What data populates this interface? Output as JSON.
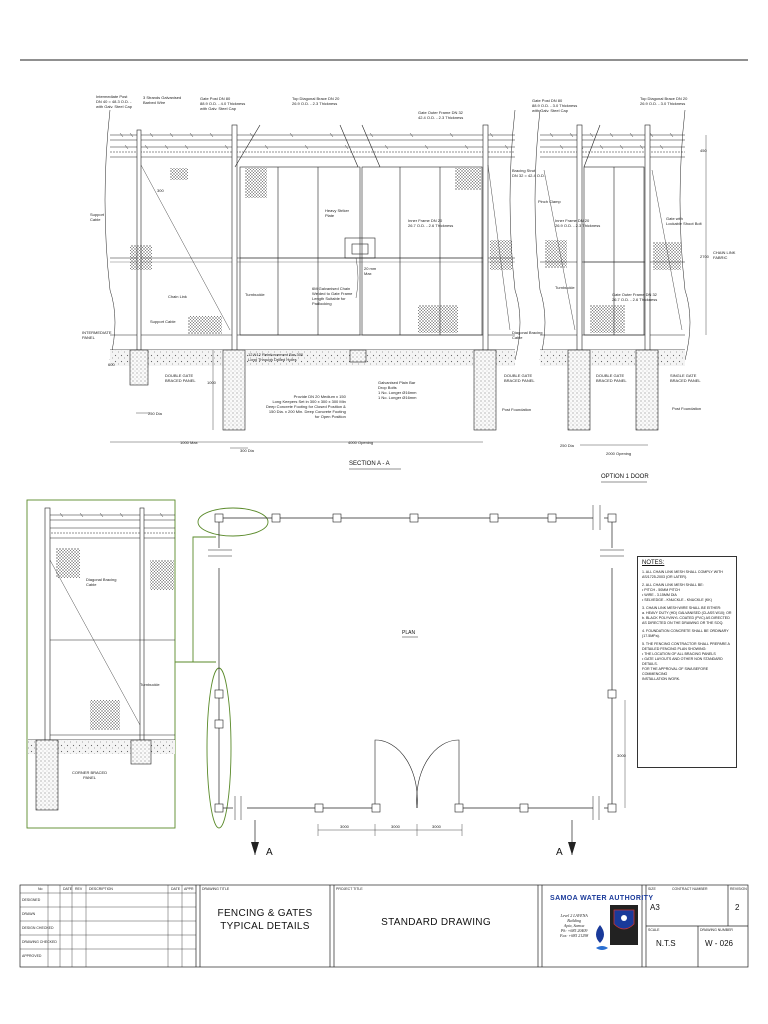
{
  "section_aa": {
    "title": "SECTION A - A",
    "labels": {
      "intermediate_post": "Intermediate Post\nDN 40 = 48.3 O.D. -\nwith Galv. Steel Cap",
      "barbed_wire": "3 Strands Galvanised\nBarbed Wire",
      "gate_post": "Gate Post DN 80\n88.9 O.D. - 4.0 Thickness\nwith Galv. Steel Cap",
      "top_diagonal": "Top Diagonal Brace DN 20\n26.9 O.D. - 2.3 Thickness",
      "gate_outer_frame": "Gate Outer Frame DN 32\n42.4 O.D. - 2.3 Thickness",
      "bracing_strut": "Bracing Strut\nDN 32 = 42.4 O.D.",
      "support_cable": "Support\nCable",
      "heavy_striker": "Heavy Striker\nPlate",
      "inner_frame": "Inner Frame DN 20\n26.7 O.D. - 2.6 Thickness",
      "chain_link": "Chain Link",
      "turnbuckle": "Turnbuckle",
      "galvanised_chain": "6M Galvanised Chain\nWelded to Gate Frame\nLength Suitable for\nPadlocking",
      "support_cable2": "Support Cable",
      "intermediate_panel": "INTERMEDIATE\nPANEL",
      "double_gate_braced": "DOUBLE GATE\nBRACED PANEL",
      "reinforcement": "12 N12 Reinforcement Bar 300\nLong Through Drilled Holes",
      "provide_dn20": "Provide DN 20 Medium x 150\nLong Keepers Set in 300 x 300 x 300 Min\nDeep Concrete Footing for Closed Position &\n150 Dia. x 200 Min. Deep Concrete Footing\nfor Open Position",
      "galv_plain_bar": "Galvanised Plain Bar\nDrop Bolts\n1 No. Longer Ø16mm\n1 No. Longer Ø16mm",
      "diagonal_bracing": "Diagonal Bracing\nCable",
      "post_foundation": "Post Foundation",
      "double_gate_braced_r": "DOUBLE GATE\nBRACED PANEL",
      "dim_20mm": "20 mm\nMax",
      "dim_300": "300",
      "dim_250dia": "250 Dia",
      "dim_300dia": "300 Dia",
      "dim_1000max": "1000 Max",
      "dim_4000": "4000 Opening",
      "dim_1000": "1000",
      "dim_600": "600"
    }
  },
  "option1": {
    "title": "OPTION 1 DOOR",
    "labels": {
      "gate_post": "Gate Post DN 80\n88.9 O.D. - 3.0 Thickness\nwith Galv. Steel Cap",
      "top_diagonal": "Top Diagonal Brace DN 20\n26.9 O.D. - 3.0 Thickness",
      "pinch_clamp": "Pinch Clamp",
      "inner_frame": "Inner Frame DN 20\n26.9 O.D. - 2.3 Thickness",
      "gate_lockable": "Gate with\nLockable Shoot Bolt",
      "chain_link_fabric": "CHAIN LINK\nFABRIC",
      "turnbuckle": "Turnbuckle",
      "gate_outer_frame": "Gate Outer Frame DN 32\n26.7 O.D. - 2.6 Thickness",
      "double_gate": "DOUBLE GATE\nBRACED PANEL",
      "single_gate": "SINGLE GATE\nBRACED PANEL",
      "post_foundation": "Post Foundation",
      "dim_250dia": "250 Dia",
      "dim_2000": "2000 Opening",
      "dim_2700": "2700",
      "dim_450": "450"
    }
  },
  "corner": {
    "diagonal": "Diagonal Bracing\nCable",
    "turnbuckle": "Turnbuckle",
    "title": "CORNER BRACED\nPANEL"
  },
  "plan": {
    "title": "PLAN",
    "dims": [
      "3000",
      "3000",
      "3000"
    ],
    "side_dim": "3000",
    "marker_left": "A",
    "marker_right": "A"
  },
  "notes": {
    "heading": "NOTES:",
    "items": [
      "1.  ALL CHAIN LINK MESH SHALL COMPLY WITH AS/1725-2003 (OR LATER).",
      "2.  ALL CHAIN LINK MESH SHALL BE:\n     •  PITCH - 50MM PITCH\n     •  WIRE - 3.15MM DIA\n     •  SELVEDGE - KNUCKLE - KNUCKLE (KK)",
      "3.  CHAIN LINK MESH WIRE SHALL BE EITHER:\n     a. HEAVY DUTY (HD) GALVANISED (CLASS W10); OR\n     b. BLACK POLYVINYL COATED (PVC) AS DIRECTED\n         AS DIRECTED ON THE DRAWING OR THE SOQ.",
      "4.  FOUNDATION CONCRETE SHALL BE ORDINARY (17.5MPa).",
      "5.  THE FENCING CONTRACTOR SHALL PREPARE A\n     DETAILED FENCING PLAN SHOWING:\n     •  THE LOCATION OF ALL BRACING PANELS\n     •  GATE LAYOUTS AND OTHER NON STANDARD\n         DETAILS.\n     FOR THE APPROVAL OF SWA BEFORE COMMENCING\n     INSTALLATION WORK."
    ]
  },
  "title_block": {
    "revision_headers": [
      "No",
      "DATE",
      "REV",
      "DESCRIPTION",
      "DATE",
      "APPR"
    ],
    "row_labels": [
      "DESIGNED",
      "DRAWN",
      "DESIGN CHECKED",
      "DRAWING CHECKED",
      "APPROVED"
    ],
    "drawing_title_label": "DRAWING TITLE",
    "drawing_title": "FENCING & GATES\nTYPICAL DETAILS",
    "project_label": "PROJECT TITLE",
    "project_title": "STANDARD DRAWING",
    "authority": "SAMOA WATER AUTHORITY",
    "address": "Level 2 LAVENA\nBuilding\nApia, Samoa\nPh: +685 20409\nFax: +685 21298",
    "size_label": "SIZE",
    "size": "A3",
    "contract_label": "CONTRACT NUMBER",
    "revision_label": "REVISION",
    "revision": "2",
    "scale_label": "SCALE",
    "scale": "N.T.S",
    "drawing_no_label": "DRAWING NUMBER",
    "drawing_no": "W - 026"
  }
}
